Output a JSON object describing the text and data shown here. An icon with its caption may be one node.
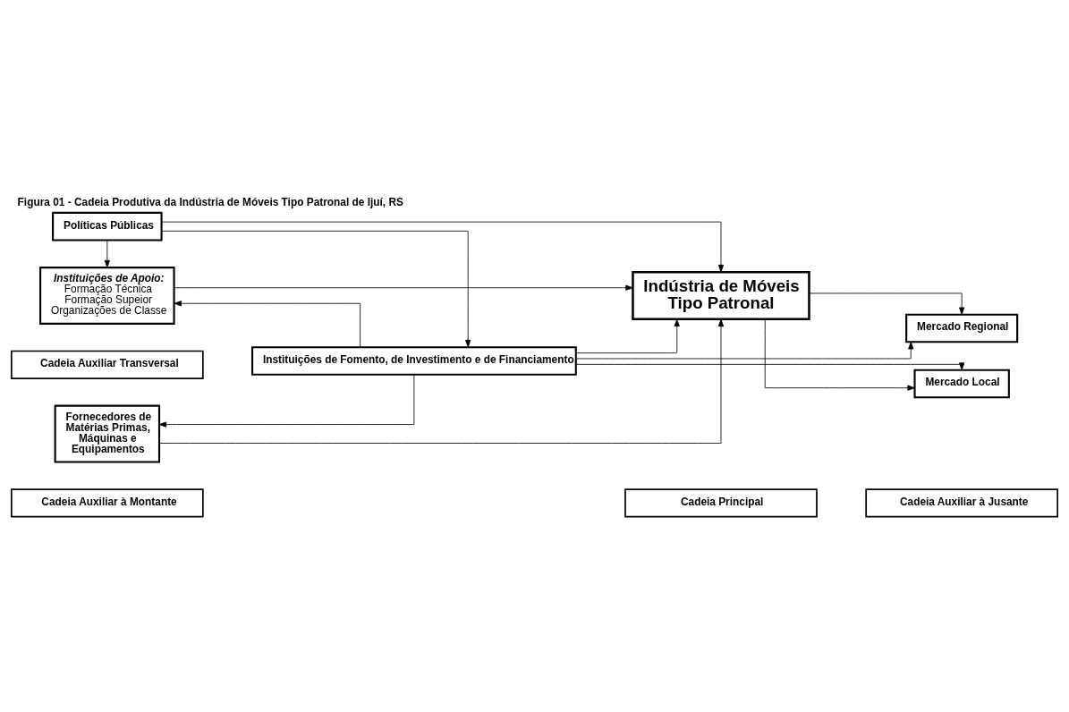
{
  "diagram": {
    "title": "Figura 01 - Cadeia Produtiva da Indústria de Móveis Tipo Patronal de Ijuí, RS",
    "nodes": [
      {
        "text": [
          "Cadeia Auxiliar à Montante"
        ]
      },
      {
        "text": [
          "Cadeia Principal"
        ]
      },
      {
        "text": [
          "Cadeia Auxiliar à Jusante"
        ]
      },
      {
        "text": [
          "Políticas Públicas"
        ]
      },
      {
        "text": [
          "Instituições de Apoio:",
          "Formação Técnica Formação Supeior Organizações de Classe"
        ]
      },
      {
        "text": [
          "Indústria de Móveis Tipo Patronal"
        ]
      },
      {
        "text": [
          "Mercado Local"
        ]
      },
      {
        "text": [
          "Mercado Regional"
        ]
      },
      {
        "text": [
          "Fornecedores de Matérias Primas, Máquinas e Equipamentos"
        ]
      },
      {
        "text": [
          "Instituições de Fomento, de Investimento e de Financiamento"
        ]
      },
      {
        "text": [
          "Cadeia Auxiliar Transversal"
        ]
      }
    ],
    "edges": [
      {
        "from": 3,
        "to": 5,
        "arrow": "to"
      },
      {
        "from": 3,
        "to": 4,
        "arrow": "to"
      },
      {
        "from": 3,
        "to": 9,
        "arrow": "to"
      },
      {
        "from": 4,
        "to": 5,
        "arrow": "to"
      },
      {
        "from": 8,
        "to": 5,
        "arrow": "to"
      },
      {
        "from": 9,
        "to": 5,
        "arrow": "to"
      },
      {
        "from": 9,
        "to": 4,
        "arrow": "to"
      },
      {
        "from": 9,
        "to": 8,
        "arrow": "to"
      },
      {
        "from": 5,
        "to": 6,
        "arrow": "to"
      },
      {
        "from": 5,
        "to": 7,
        "arrow": "to"
      },
      {
        "from": 9,
        "to": 6,
        "arrow": "to"
      },
      {
        "from": 9,
        "to": 7,
        "arrow": "to"
      }
    ]
  }
}
